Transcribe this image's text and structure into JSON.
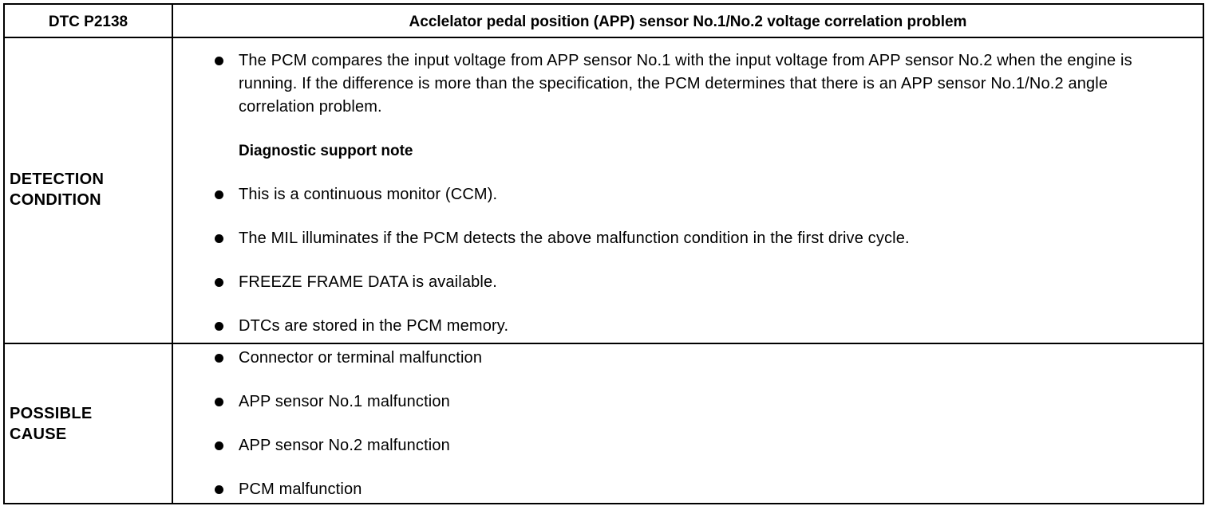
{
  "header": {
    "code": "DTC P2138",
    "title": "Acclelator pedal position (APP) sensor No.1/No.2 voltage correlation problem"
  },
  "detection": {
    "label_line1": "DETECTION",
    "label_line2": "CONDITION",
    "items": [
      "The PCM compares the input voltage from APP sensor No.1 with the input voltage from APP sensor No.2 when the engine is running. If the difference is more than the specification, the PCM determines that there is an APP sensor No.1/No.2 angle correlation problem."
    ],
    "note_title": "Diagnostic support note",
    "notes": [
      "This is a continuous monitor (CCM).",
      "The MIL illuminates if the PCM detects the above malfunction condition in the first drive cycle.",
      "FREEZE FRAME DATA is available.",
      "DTCs are stored in the PCM memory."
    ]
  },
  "cause": {
    "label_line1": "POSSIBLE",
    "label_line2": "CAUSE",
    "items": [
      "Connector or terminal malfunction",
      "APP sensor No.1 malfunction",
      "APP sensor No.2 malfunction",
      "PCM malfunction"
    ]
  }
}
